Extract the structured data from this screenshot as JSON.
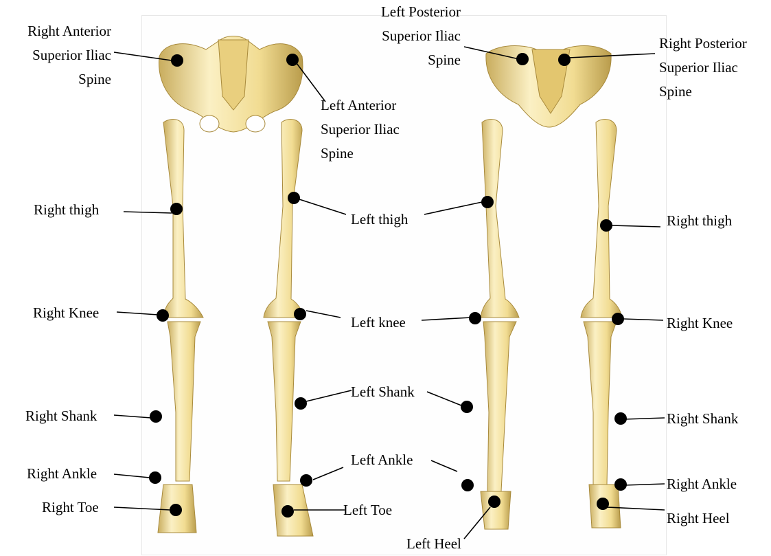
{
  "colors": {
    "bone_fill": "#f1dc92",
    "bone_highlight": "#fbf0c4",
    "bone_shade": "#b99c4c",
    "marker": "#000000",
    "leader_line": "#000000",
    "background": "#ffffff"
  },
  "anterior_view": {
    "right_asis": [
      "Right Anterior",
      "Superior Iliac",
      "Spine"
    ],
    "left_asis": [
      "Left Anterior",
      "Superior Iliac",
      "Spine"
    ],
    "right_thigh": "Right thigh",
    "left_thigh": "Left thigh",
    "right_knee": "Right Knee",
    "left_knee": "Left knee",
    "right_shank": "Right Shank",
    "left_shank": "Left Shank",
    "right_ankle": "Right Ankle",
    "left_ankle": "Left Ankle",
    "right_toe": "Right Toe",
    "left_toe": "Left Toe"
  },
  "posterior_view": {
    "left_psis": [
      "Left Posterior",
      "Superior Iliac",
      "Spine"
    ],
    "right_psis": [
      "Right Posterior",
      "Superior Iliac",
      "Spine"
    ],
    "right_thigh": "Right thigh",
    "right_knee": "Right Knee",
    "right_shank": "Right Shank",
    "right_ankle": "Right Ankle",
    "left_heel": "Left Heel",
    "right_heel": "Right Heel"
  }
}
